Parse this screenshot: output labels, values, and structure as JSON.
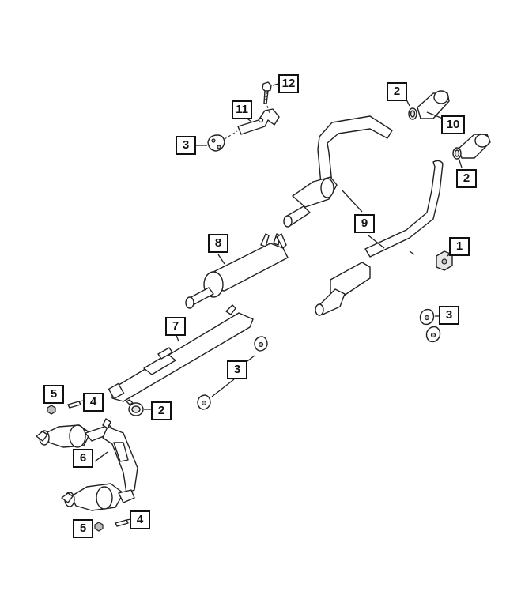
{
  "diagram": {
    "callouts": [
      {
        "id": "c12",
        "label": "12"
      },
      {
        "id": "c11",
        "label": "11"
      },
      {
        "id": "c3a",
        "label": "3"
      },
      {
        "id": "c2a",
        "label": "2"
      },
      {
        "id": "c10",
        "label": "10"
      },
      {
        "id": "c2b",
        "label": "2"
      },
      {
        "id": "c9",
        "label": "9"
      },
      {
        "id": "c8",
        "label": "8"
      },
      {
        "id": "c1",
        "label": "1"
      },
      {
        "id": "c3b",
        "label": "3"
      },
      {
        "id": "c7",
        "label": "7"
      },
      {
        "id": "c3c",
        "label": "3"
      },
      {
        "id": "c5a",
        "label": "5"
      },
      {
        "id": "c4a",
        "label": "4"
      },
      {
        "id": "c2c",
        "label": "2"
      },
      {
        "id": "c6",
        "label": "6"
      },
      {
        "id": "c5b",
        "label": "5"
      },
      {
        "id": "c4b",
        "label": "4"
      }
    ]
  }
}
